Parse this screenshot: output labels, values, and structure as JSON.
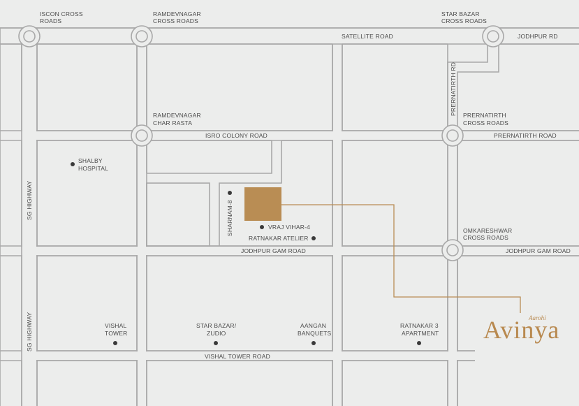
{
  "map": {
    "colors": {
      "background": "#ecedec",
      "road": "#a8a8a8",
      "highlight": "#b98d54",
      "text": "#4a4a4a",
      "dot": "#3a3a3a"
    },
    "junctions": {
      "iscon": [
        "ISCON CROSS",
        "ROADS"
      ],
      "ramdevnagar_cross": [
        "RAMDEVNAGAR",
        "CROSS ROADS"
      ],
      "star_bazar_cross": [
        "STAR BAZAR",
        "CROSS ROADS"
      ],
      "ramdevnagar_char": [
        "RAMDEVNAGAR",
        "CHAR RASTA"
      ],
      "prernatirth_cross": [
        "PRERNATIRTH",
        "CROSS ROADS"
      ],
      "omkareshwar_cross": [
        "OMKARESHWAR",
        "CROSS ROADS"
      ]
    },
    "roads": {
      "satellite": "SATELLITE ROAD",
      "jodhpur_rd": "JODHPUR RD",
      "isro_colony": "ISRO COLONY ROAD",
      "prernatirth_road": "PRERNATIRTH ROAD",
      "prernatirth_rd_vertical": "PRERNATIRTH RD",
      "sg_highway_1": "SG HIGHWAY",
      "sg_highway_2": "SG HIGHWAY",
      "jodhpur_gam_1": "JODHPUR GAM ROAD",
      "jodhpur_gam_2": "JODHPUR GAM ROAD",
      "vishal_tower": "VISHAL TOWER ROAD",
      "sharnam": "SHARNAM-8"
    },
    "landmarks": {
      "shalby": [
        "SHALBY",
        "HOSPITAL"
      ],
      "vraj": "VRAJ VIHAR-4",
      "ratnakar_atelier": "RATNAKAR ATELIER",
      "vishal": [
        "VISHAL",
        "TOWER"
      ],
      "star_bazar_zudio": [
        "STAR BAZAR/",
        "ZUDIO"
      ],
      "aangan": [
        "AANGAN",
        "BANQUETS"
      ],
      "ratnakar3": [
        "RATNAKAR 3",
        "APARTMENT"
      ]
    },
    "brand": {
      "small": "Aarohi",
      "big": "Avinya"
    }
  }
}
